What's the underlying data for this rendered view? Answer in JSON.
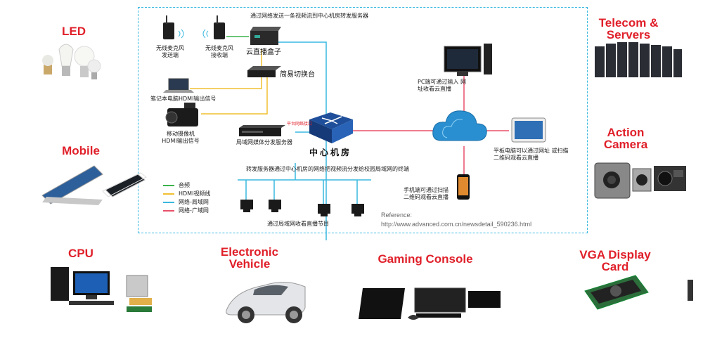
{
  "categories": {
    "led": "LED",
    "telecom": "Telecom & Servers",
    "mobile": "Mobile",
    "action_camera": "Action Camera",
    "cpu": "CPU",
    "electronic_vehicle": "Electronic Vehicle",
    "gaming_console": "Gaming Console",
    "vga_card": "VGA Display Card"
  },
  "diagram": {
    "top_caption": "通过网络发送一条视频流到中心机房转发服务器",
    "mic_send": "无线麦克风发送端",
    "mic_receive": "无线麦克风接收端",
    "cloud_box": "云直播盒子",
    "switcher": "简易切换台",
    "laptop": "笔记本电脑HDMI输出信号",
    "camcorder": "移动摄像机 HDMI输出信号",
    "media_server": "局域网媒体分发服务器",
    "small_red": "平台网络接口",
    "center_room": "中心机房",
    "forward_caption": "转发服务器通过中心机房的网络把视频流分发给校园局域网的终端",
    "pc": "PC端可通过输入 网址收看云直播",
    "tablet": "平板电脑可以通过网址 或扫描二维码观看云直播",
    "phone": "手机端可通过扫描 二维码观看云直播",
    "lan_watch": "通过局域网收看直播节目",
    "reference_label": "Reference:",
    "reference_url": "http://www.advanced.com.cn/newsdetail_590236.html"
  },
  "legend": [
    {
      "label": "音频",
      "color": "#3cb34a"
    },
    {
      "label": "HDMI视频线",
      "color": "#f0c030"
    },
    {
      "label": "网络-局域网",
      "color": "#39b8e0"
    },
    {
      "label": "网络-广域网",
      "color": "#e8506a"
    }
  ]
}
